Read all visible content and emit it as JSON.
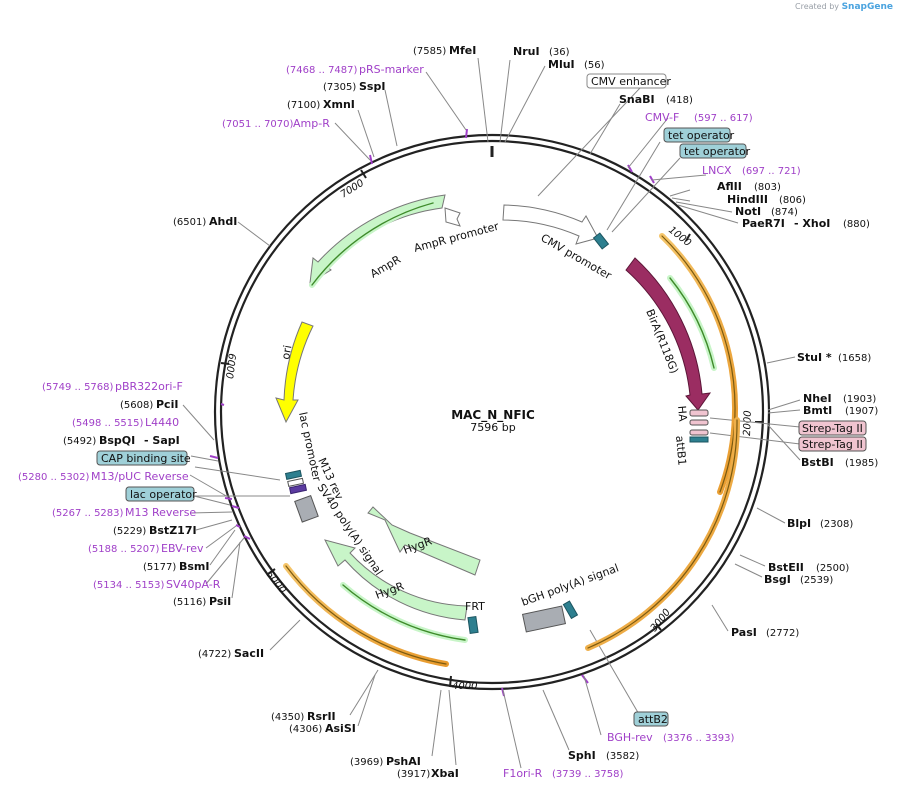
{
  "credit": {
    "prefix": "Created by",
    "brand": "SnapGene"
  },
  "plasmid": {
    "name": "MAC_N_NFIC",
    "length_label": "7596 bp",
    "length": 7596
  },
  "ticks": [
    "1000",
    "2000",
    "3000",
    "4000",
    "5000",
    "6000",
    "7000"
  ],
  "sites": [
    {
      "name": "MfeI",
      "coord": "(7585)"
    },
    {
      "name": "NruI",
      "coord": "(36)"
    },
    {
      "name": "MluI",
      "coord": "(56)"
    },
    {
      "name": "SnaBI",
      "coord": "(418)"
    },
    {
      "name": "AflII",
      "coord": "(803)"
    },
    {
      "name": "HindIII",
      "coord": "(806)"
    },
    {
      "name": "NotI",
      "coord": "(874)"
    },
    {
      "name": "PaeR7I",
      "coord": "(880)",
      "extra": "- XhoI"
    },
    {
      "name": "StuI *",
      "coord": "(1658)"
    },
    {
      "name": "NheI",
      "coord": "(1903)"
    },
    {
      "name": "BmtI",
      "coord": "(1907)"
    },
    {
      "name": "BstBI",
      "coord": "(1985)"
    },
    {
      "name": "BlpI",
      "coord": "(2308)"
    },
    {
      "name": "BstEII",
      "coord": "(2500)"
    },
    {
      "name": "BsgI",
      "coord": "(2539)"
    },
    {
      "name": "PasI",
      "coord": "(2772)"
    },
    {
      "name": "SphI",
      "coord": "(3582)"
    },
    {
      "name": "XbaI",
      "coord": "(3917)"
    },
    {
      "name": "PshAI",
      "coord": "(3969)"
    },
    {
      "name": "AsiSI",
      "coord": "(4306)"
    },
    {
      "name": "RsrII",
      "coord": "(4350)"
    },
    {
      "name": "SacII",
      "coord": "(4722)"
    },
    {
      "name": "PsiI",
      "coord": "(5116)"
    },
    {
      "name": "BsmI",
      "coord": "(5177)"
    },
    {
      "name": "BstZ17I",
      "coord": "(5229)"
    },
    {
      "name": "BspQI",
      "coord": "(5492)",
      "extra": "- SapI"
    },
    {
      "name": "PciI",
      "coord": "(5608)"
    },
    {
      "name": "AhdI",
      "coord": "(6501)"
    },
    {
      "name": "XmnI",
      "coord": "(7100)"
    },
    {
      "name": "SspI",
      "coord": "(7305)"
    }
  ],
  "primers": [
    {
      "name": "pRS-marker",
      "coord": "(7468 .. 7487)"
    },
    {
      "name": "Amp-R",
      "coord": "(7051 .. 7070)"
    },
    {
      "name": "CMV-F",
      "coord": "(597 .. 617)"
    },
    {
      "name": "LNCX",
      "coord": "(697 .. 721)"
    },
    {
      "name": "pBR322ori-F",
      "coord": "(5749 .. 5768)"
    },
    {
      "name": "L4440",
      "coord": "(5498 .. 5515)"
    },
    {
      "name": "M13/pUC Reverse",
      "coord": "(5280 .. 5302)"
    },
    {
      "name": "M13 Reverse",
      "coord": "(5267 .. 5283)"
    },
    {
      "name": "EBV-rev",
      "coord": "(5188 .. 5207)"
    },
    {
      "name": "SV40pA-R",
      "coord": "(5134 .. 5153)"
    },
    {
      "name": "BGH-rev",
      "coord": "(3376 .. 3393)"
    },
    {
      "name": "F1ori-R",
      "coord": "(3739 .. 3758)"
    }
  ],
  "boxes": [
    {
      "name": "CMV enhancer",
      "fill": "#ffffff"
    },
    {
      "name": "tet operator",
      "fill": "#9fd0d8"
    },
    {
      "name": "tet operator",
      "fill": "#9fd0d8"
    },
    {
      "name": "Strep-Tag II",
      "fill": "#f0c4d0"
    },
    {
      "name": "Strep-Tag II",
      "fill": "#f0c4d0"
    },
    {
      "name": "CAP binding site",
      "fill": "#9fd0d8"
    },
    {
      "name": "lac operator",
      "fill": "#9fd0d8"
    },
    {
      "name": "attB2",
      "fill": "#9fd0d8"
    }
  ],
  "features": [
    {
      "name": "CMV promoter"
    },
    {
      "name": "BirA(R118G)"
    },
    {
      "name": "HA"
    },
    {
      "name": "attB1"
    },
    {
      "name": "AmpR promoter"
    },
    {
      "name": "AmpR"
    },
    {
      "name": "ori"
    },
    {
      "name": "lac promoter"
    },
    {
      "name": "M13 rev"
    },
    {
      "name": "SV40 poly(A) signal"
    },
    {
      "name": "HygR"
    },
    {
      "name": "HygR"
    },
    {
      "name": "FRT"
    },
    {
      "name": "bGH poly(A) signal"
    }
  ],
  "colors": {
    "backbone": "#222222",
    "primer": "#a040c8",
    "amp": "#c8f5c8",
    "ori": "#ffff00",
    "bira": "#9b2d62",
    "orange": "#e8a83c",
    "teal": "#2d7f8f"
  }
}
